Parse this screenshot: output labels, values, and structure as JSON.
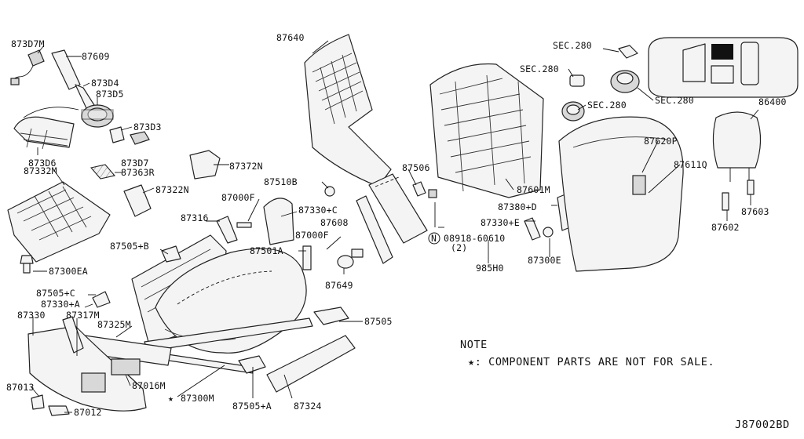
{
  "diagram_code": "J87002BD",
  "note": {
    "title": "NOTE",
    "text": "★: COMPONENT PARTS ARE NOT FOR SALE."
  },
  "star_symbol": "★",
  "labels": {
    "p873D7M": "873D7M",
    "p87609": "87609",
    "p873D4": "873D4",
    "p873D5": "873D5",
    "p873D3": "873D3",
    "p873D6": "873D6",
    "p873D7": "873D7",
    "p87332M": "87332M",
    "p87363R": "87363R",
    "p87372N": "87372N",
    "p87322N": "87322N",
    "p87300EA": "87300EA",
    "p87640": "87640",
    "p87510B": "87510B",
    "p87000F_a": "87000F",
    "p87316": "87316",
    "p87330C": "87330+C",
    "p87608": "87608",
    "p87000F_b": "87000F",
    "p87505B": "87505+B",
    "p87501A": "87501A",
    "p87649": "87649",
    "p87505C": "87505+C",
    "p87330A": "87330+A",
    "p87330": "87330",
    "p87317M": "87317M",
    "p87325M": "87325M",
    "p87505": "87505",
    "p87013": "87013",
    "p87016M": "87016M",
    "p87300M": "87300M",
    "p87505A": "87505+A",
    "p87324": "87324",
    "p87012": "87012",
    "p87506": "87506",
    "p08918": "08918-60610",
    "p08918_qty": "(2)",
    "p08918_circle": "N",
    "p985H0": "985H0",
    "p87601M": "87601M",
    "p87380D": "87380+D",
    "p87330E": "87330+E",
    "p87300E": "87300E",
    "sec280_a": "SEC.280",
    "sec280_b": "SEC.280",
    "sec280_c": "SEC.280",
    "sec280_d": "SEC.280",
    "p86400": "86400",
    "p87620P": "87620P",
    "p87611Q": "87611Q",
    "p87602": "87602",
    "p87603": "87603"
  }
}
